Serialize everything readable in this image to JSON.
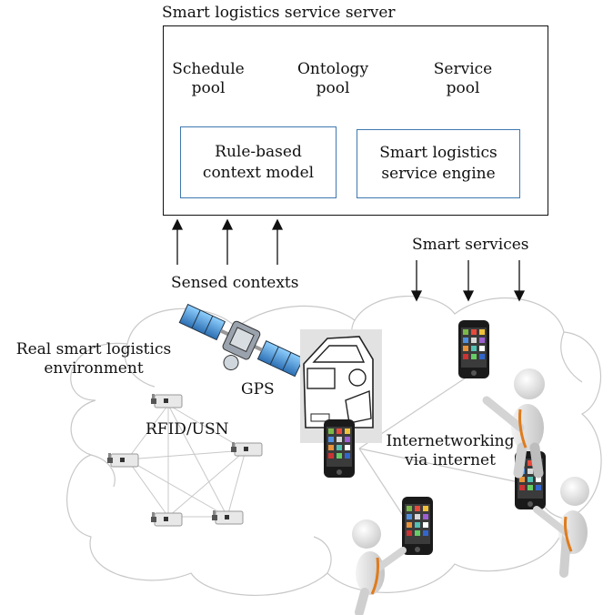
{
  "server": {
    "title": "Smart logistics service server",
    "pools": [
      {
        "line1": "Schedule",
        "line2": "pool"
      },
      {
        "line1": "Ontology",
        "line2": "pool"
      },
      {
        "line1": "Service",
        "line2": "pool"
      }
    ],
    "modules": {
      "rule_line1": "Rule-based",
      "rule_line2": "context model",
      "engine_line1": "Smart logistics",
      "engine_line2": "service engine"
    }
  },
  "sensed_contexts": "Sensed contexts",
  "smart_services": "Smart services",
  "environment": {
    "line1": "Real smart logistics",
    "line2": "environment"
  },
  "gps": "GPS",
  "rfid": "RFID/USN",
  "internetworking": {
    "line1": "Internetworking",
    "line2": "via internet"
  },
  "colors": {
    "box_border": "#3f78b0",
    "cylinder_fill": "#cfe0f0",
    "cloud_stroke": "#c8c8c8",
    "person_strap": "#e07b1c"
  },
  "icons": [
    "satellite-icon",
    "cctv-camera-icon",
    "smartphone-icon",
    "person-icon",
    "truck-driver-icon",
    "arrow-up-icon",
    "arrow-down-icon"
  ]
}
